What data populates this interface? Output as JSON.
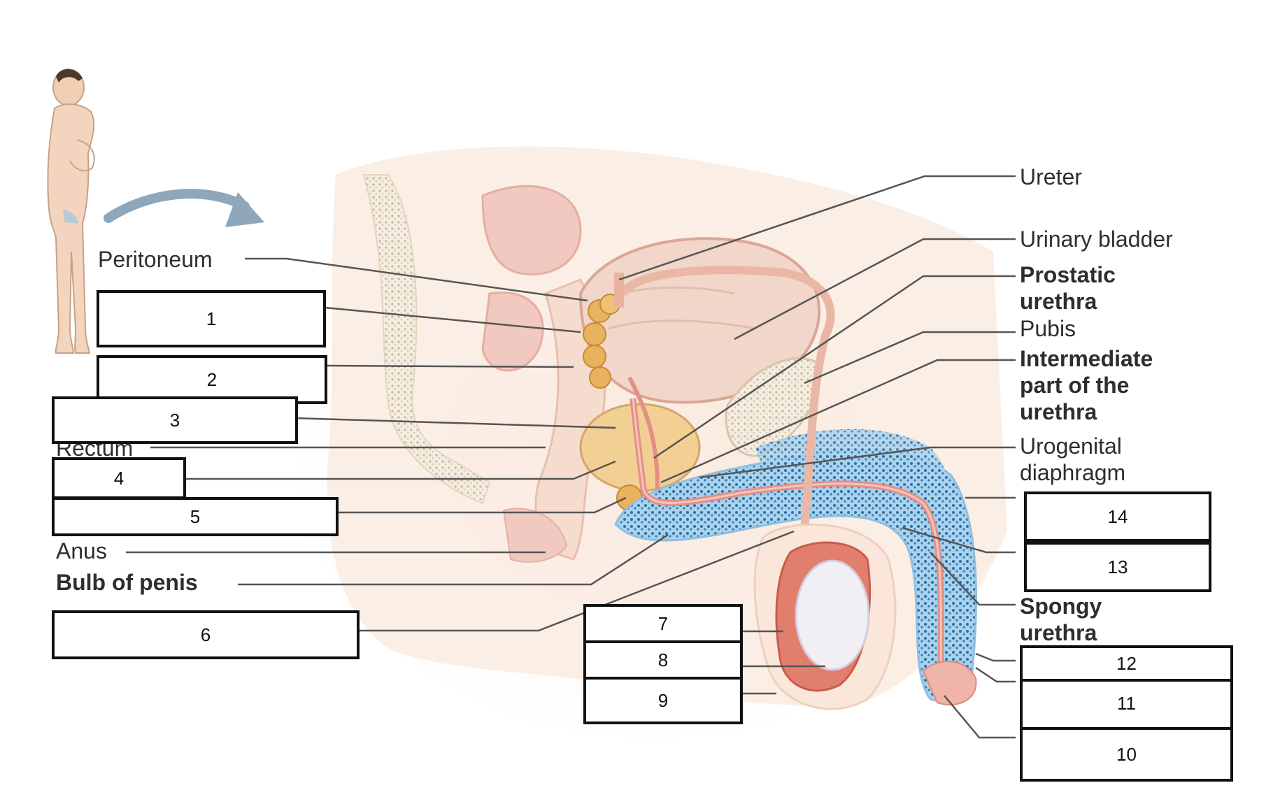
{
  "diagram": {
    "labels": {
      "ureter": "Ureter",
      "urinary_bladder": "Urinary bladder",
      "prostatic_urethra": [
        "Prostatic",
        "urethra"
      ],
      "pubis": "Pubis",
      "intermediate_urethra": [
        "Intermediate",
        "part of the",
        "urethra"
      ],
      "urogenital_diaphragm": [
        "Urogenital",
        "diaphragm"
      ],
      "spongy_urethra": [
        "Spongy",
        "urethra"
      ],
      "peritoneum": "Peritoneum",
      "rectum": "Rectum",
      "anus": "Anus",
      "bulb_of_penis": "Bulb of penis"
    },
    "answer_boxes": [
      "1",
      "2",
      "3",
      "4",
      "5",
      "6",
      "7",
      "8",
      "9",
      "10",
      "11",
      "12",
      "13",
      "14"
    ],
    "colors": {
      "skin": "#f8e6d6",
      "pelvis_pink": "#f3cfc6",
      "bladder": "#f0d5c8",
      "gland_yellow": "#e9b25c",
      "bone": "#f3e9d8",
      "spongy_blue": "#9ccbe8",
      "testis_red": "#d9705e",
      "leader_line": "#555555"
    }
  }
}
